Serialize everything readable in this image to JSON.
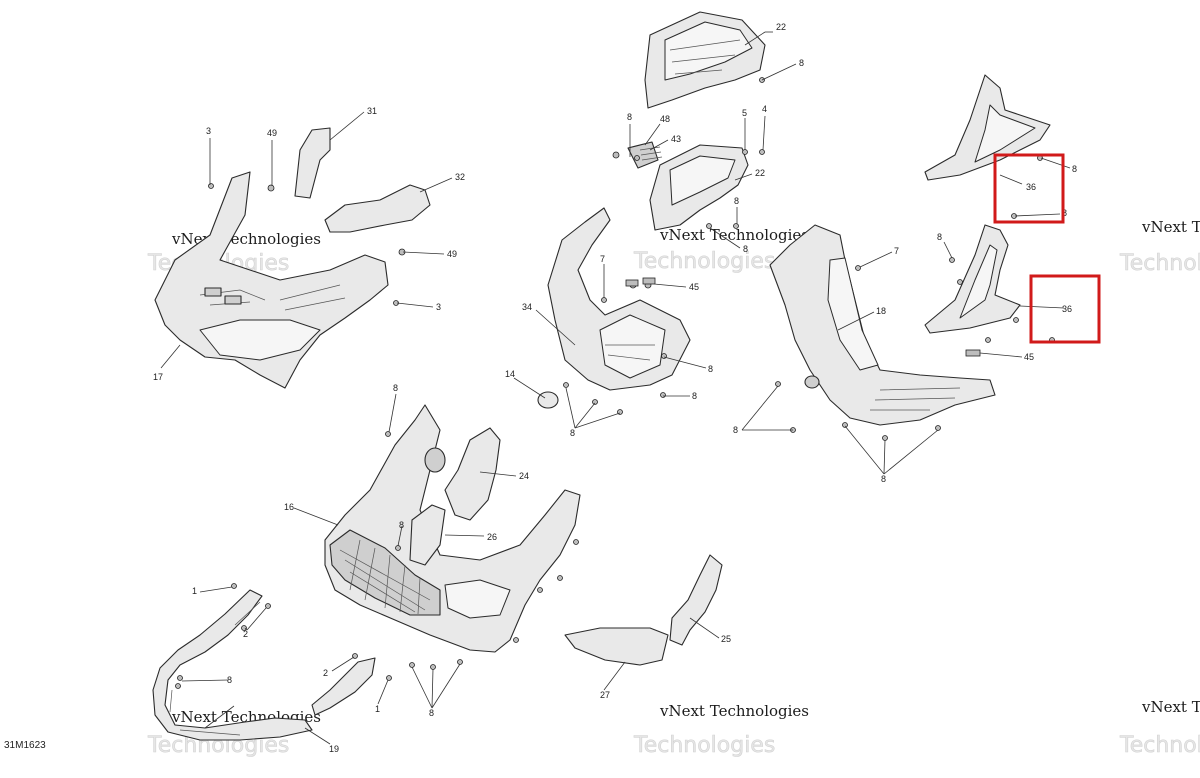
{
  "diagram": {
    "code": "31M1623",
    "watermark": {
      "line1": "vNext Technologies",
      "line2": "Technologies"
    },
    "accent_color": "#d11a1a",
    "callouts": [
      {
        "id": "c1",
        "label": "22"
      },
      {
        "id": "c2",
        "label": "8"
      },
      {
        "id": "c3",
        "label": "31"
      },
      {
        "id": "c4",
        "label": "3"
      },
      {
        "id": "c5",
        "label": "49"
      },
      {
        "id": "c6",
        "label": "32"
      },
      {
        "id": "c7",
        "label": "49"
      },
      {
        "id": "c8",
        "label": "3"
      },
      {
        "id": "c9",
        "label": "17"
      },
      {
        "id": "c10",
        "label": "8"
      },
      {
        "id": "c11",
        "label": "48"
      },
      {
        "id": "c12",
        "label": "43"
      },
      {
        "id": "c13",
        "label": "5"
      },
      {
        "id": "c14",
        "label": "4"
      },
      {
        "id": "c15",
        "label": "22"
      },
      {
        "id": "c16",
        "label": "8"
      },
      {
        "id": "c17",
        "label": "8"
      },
      {
        "id": "c18",
        "label": "7"
      },
      {
        "id": "c19",
        "label": "45"
      },
      {
        "id": "c20",
        "label": "34"
      },
      {
        "id": "c21",
        "label": "8"
      },
      {
        "id": "c22",
        "label": "14"
      },
      {
        "id": "c23",
        "label": "8"
      },
      {
        "id": "c24",
        "label": "8"
      },
      {
        "id": "c25",
        "label": "36"
      },
      {
        "id": "c26",
        "label": "8"
      },
      {
        "id": "c27",
        "label": "8"
      },
      {
        "id": "c28",
        "label": "7"
      },
      {
        "id": "c29",
        "label": "8"
      },
      {
        "id": "c30",
        "label": "36"
      },
      {
        "id": "c31",
        "label": "18"
      },
      {
        "id": "c32",
        "label": "45"
      },
      {
        "id": "c33",
        "label": "8"
      },
      {
        "id": "c34",
        "label": "8"
      },
      {
        "id": "c35",
        "label": "8"
      },
      {
        "id": "c36",
        "label": "24"
      },
      {
        "id": "c37",
        "label": "16"
      },
      {
        "id": "c38",
        "label": "8"
      },
      {
        "id": "c39",
        "label": "26"
      },
      {
        "id": "c40",
        "label": "1"
      },
      {
        "id": "c41",
        "label": "2"
      },
      {
        "id": "c42",
        "label": "25"
      },
      {
        "id": "c43",
        "label": "2"
      },
      {
        "id": "c44",
        "label": "8"
      },
      {
        "id": "c45",
        "label": "27"
      },
      {
        "id": "c46",
        "label": "1"
      },
      {
        "id": "c47",
        "label": "8"
      },
      {
        "id": "c48",
        "label": "19"
      }
    ]
  }
}
